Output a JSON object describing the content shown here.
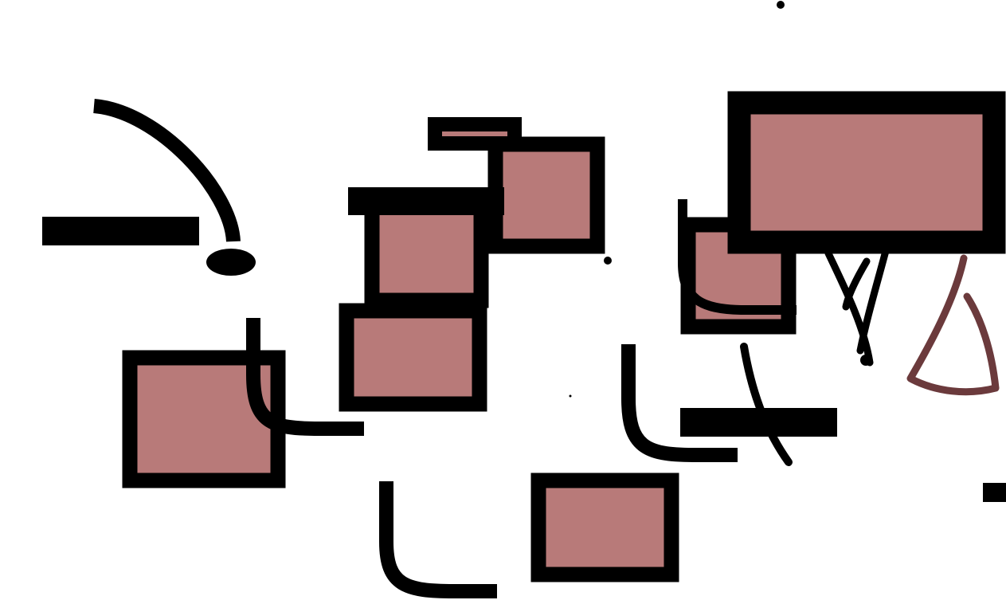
{
  "colors": {
    "background": "#ffffff",
    "fill": "#b87a79",
    "stroke": "#000000",
    "accent_stroke": "#6b3a3c"
  },
  "shapes": {
    "filled_boxes": 8,
    "black_bars": 4,
    "curves": 7,
    "dots": 5
  }
}
